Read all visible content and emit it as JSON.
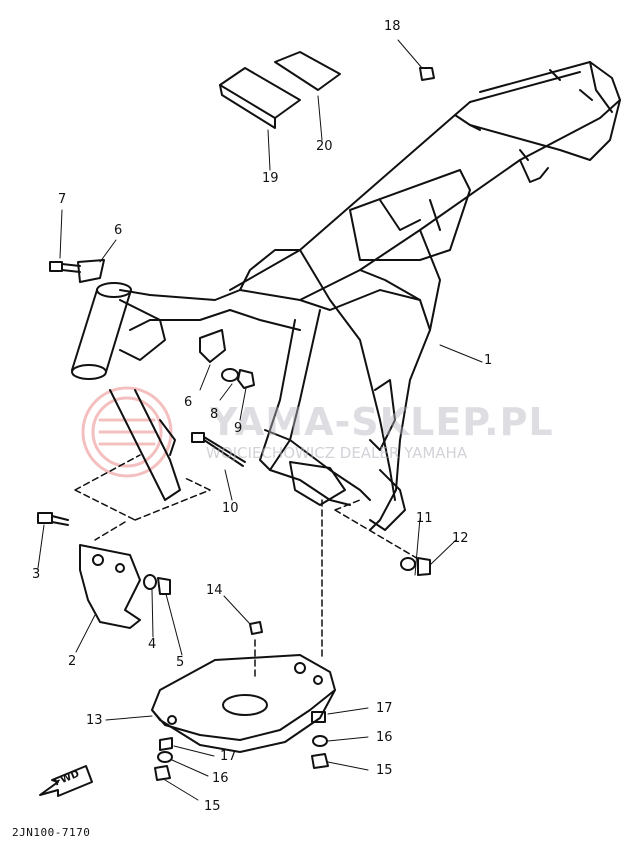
{
  "document_code": "2JN100-7170",
  "callouts": [
    "18",
    "20",
    "19",
    "7",
    "6",
    "1",
    "6",
    "8",
    "9",
    "10",
    "11",
    "12",
    "3",
    "2",
    "4",
    "5",
    "14",
    "13",
    "17",
    "16",
    "15",
    "17",
    "16",
    "15"
  ],
  "fwd_label": "FWD",
  "watermark": {
    "text": "YAMA-SKLEP.PL",
    "subtext": "WOJCIECHOWICZ DEALER YAMAHA"
  },
  "colors": {
    "line": "#111111",
    "watermark": "#e04848"
  }
}
